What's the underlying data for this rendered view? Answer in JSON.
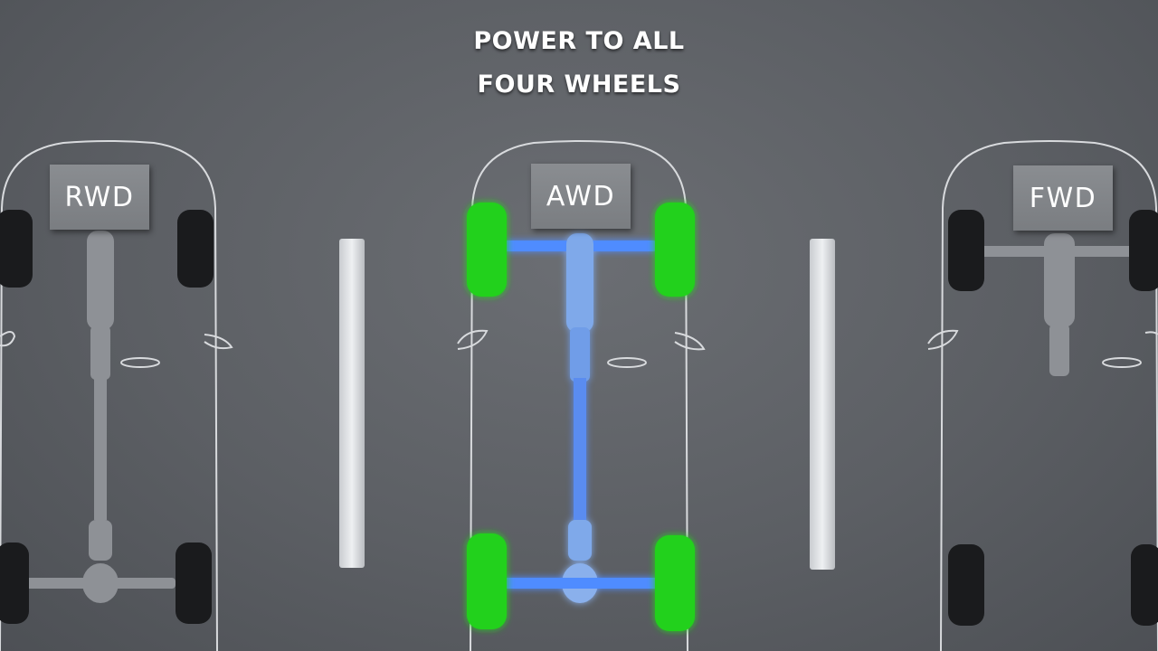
{
  "headline": {
    "line1": "POWER TO ALL",
    "line2": "FOUR WHEELS"
  },
  "cars": [
    {
      "label": "RWD",
      "powered": "rear"
    },
    {
      "label": "AWD",
      "powered": "all"
    },
    {
      "label": "FWD",
      "powered": "front"
    }
  ],
  "colors": {
    "background": "#5c5f64",
    "driven_wheel": "#22d11f",
    "driveshaft_glow": "#3b7bff",
    "drivetrain_gray": "#8e9196"
  }
}
